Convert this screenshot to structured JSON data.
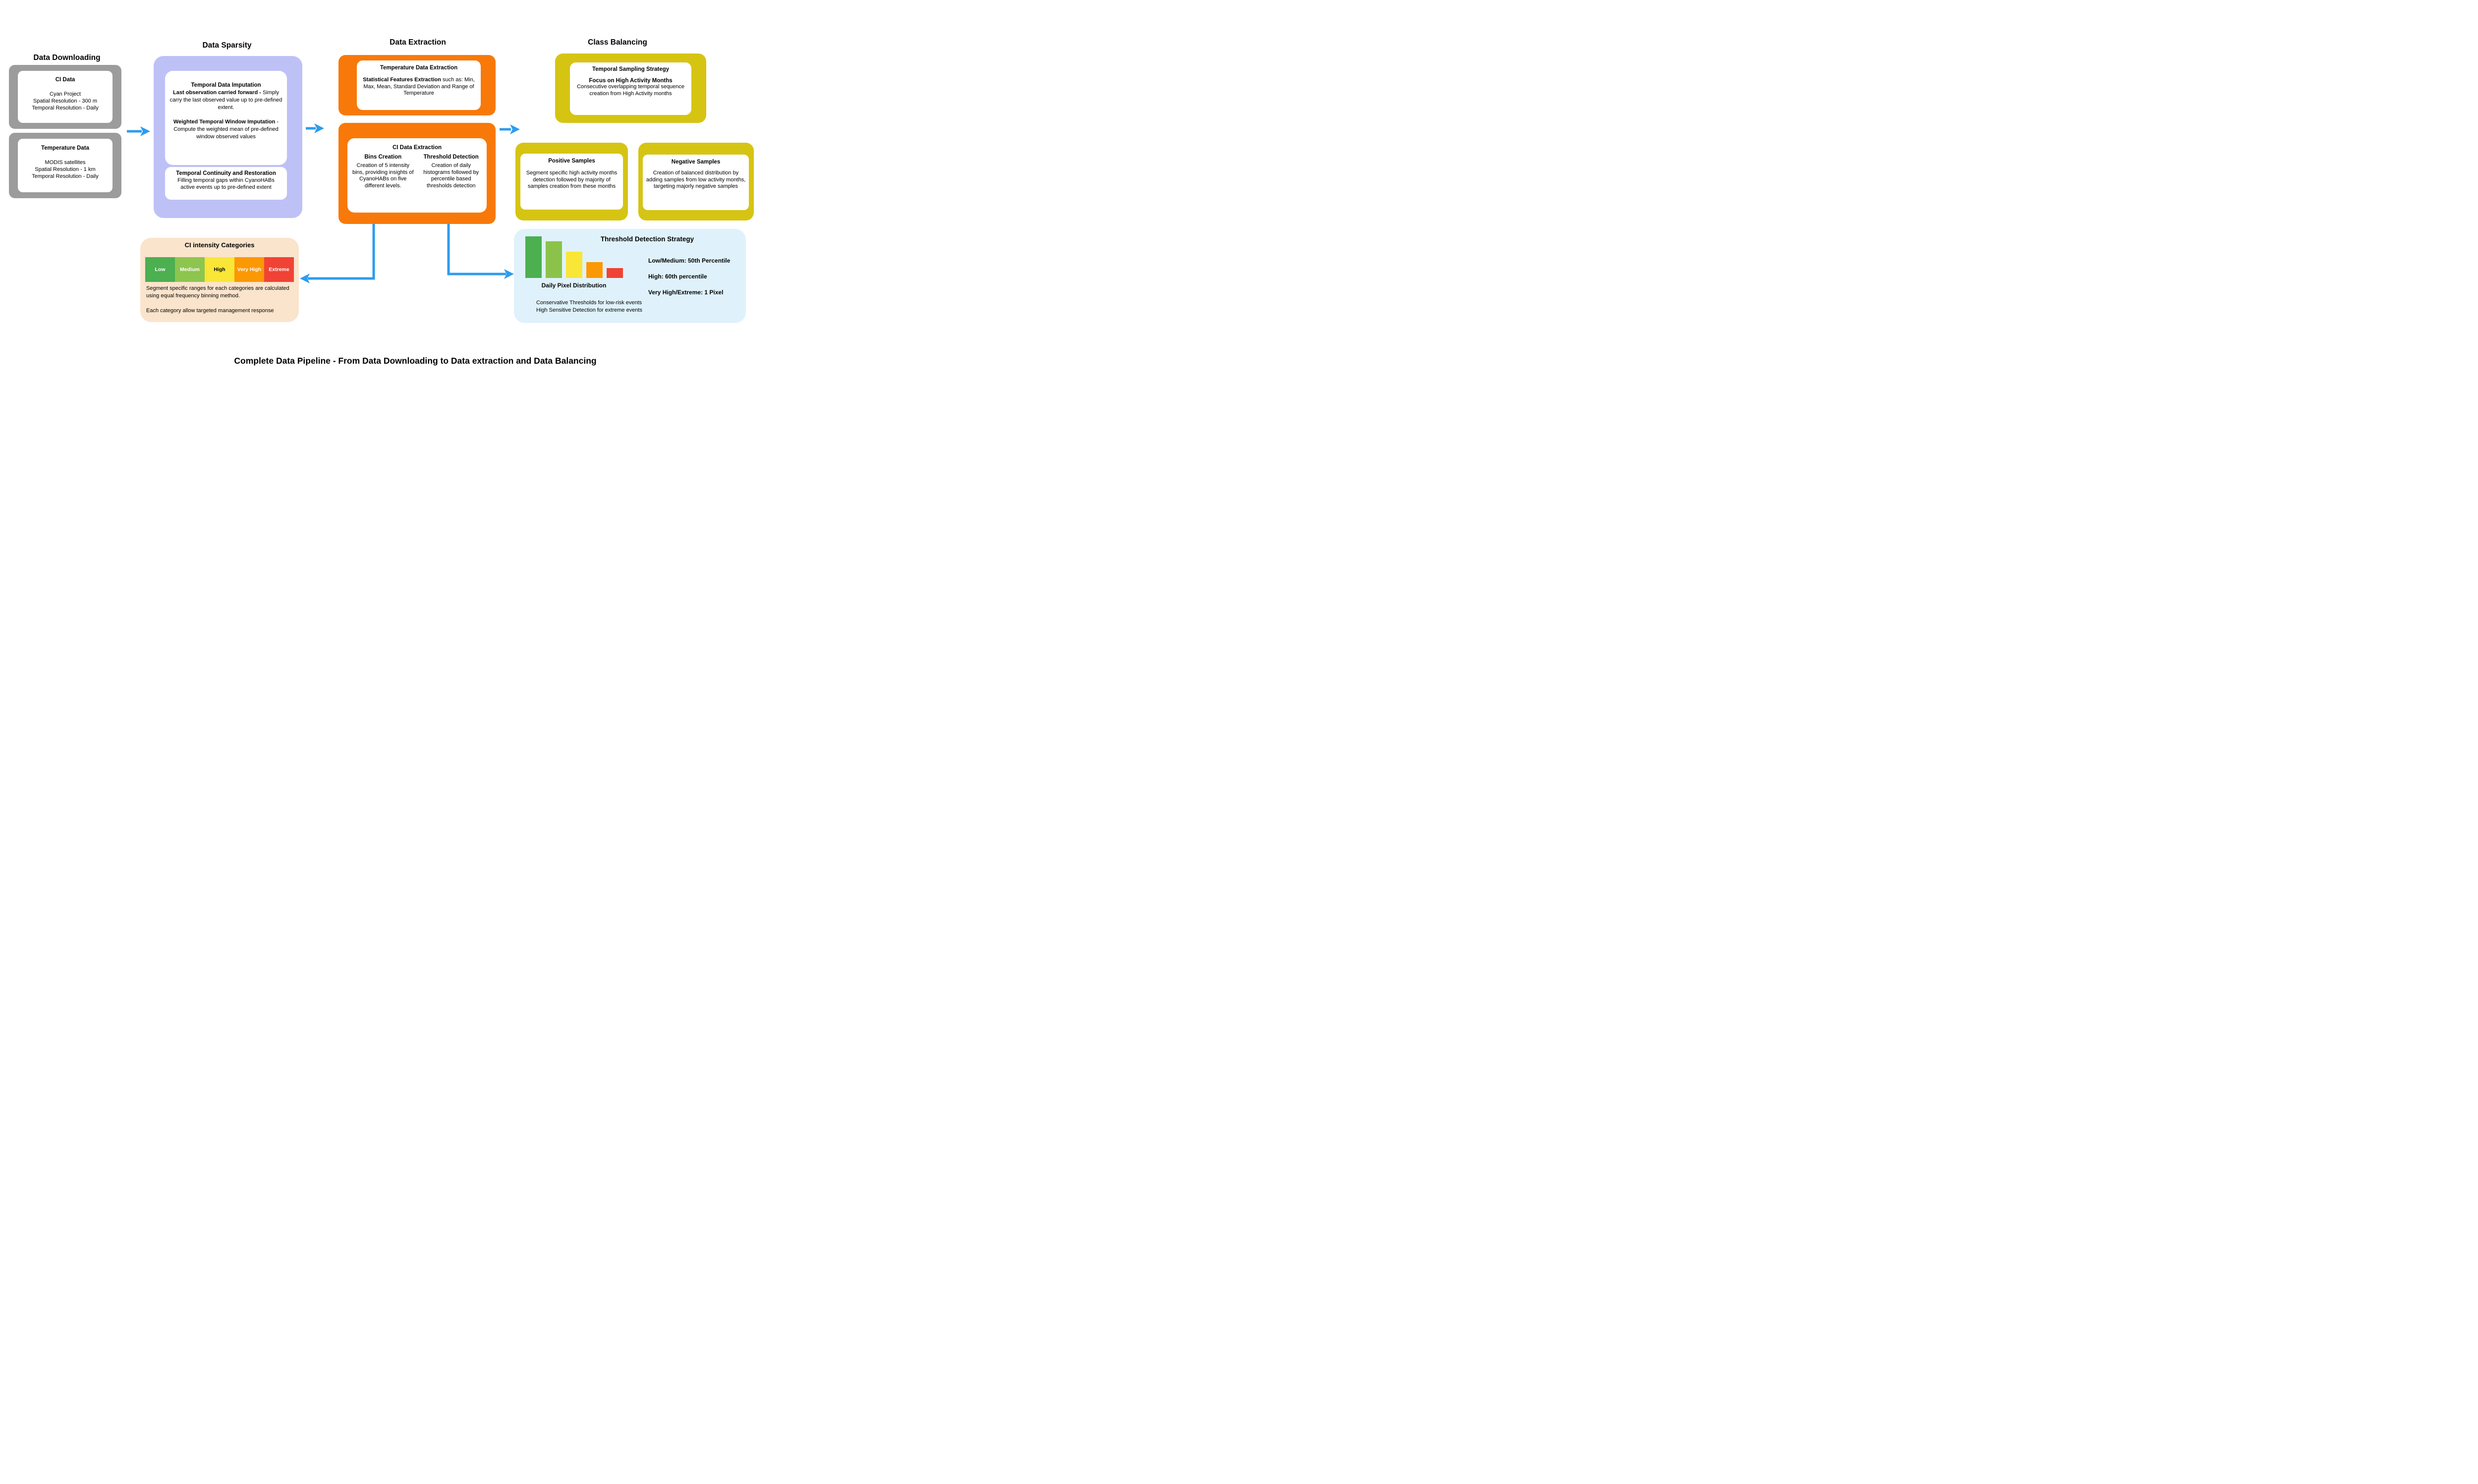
{
  "colors": {
    "gray": "#9c9c9c",
    "purple": "#bec1f6",
    "orange": "#f87909",
    "mustard": "#d6c413",
    "peach": "#fbe4cc",
    "lightblue": "#dff2fb",
    "arrow": "#2d9cee"
  },
  "headers": {
    "downloading": "Data Downloading",
    "sparsity": "Data Sparsity",
    "extraction": "Data Extraction",
    "balancing": "Class Balancing"
  },
  "downloading": {
    "ci": {
      "title": "CI Data",
      "lines": [
        "Cyan Project",
        "Spatial Resolution - 300 m",
        "Temporal Resolution - Daily"
      ]
    },
    "temperature": {
      "title": "Temperature Data",
      "lines": [
        "MODIS satellites",
        "Spatial Resolution - 1 km",
        "Temporal Resolution - Daily"
      ]
    }
  },
  "sparsity": {
    "imputation_title": "Temporal Data Imputation",
    "locf_bold": "Last observation carried forward -",
    "locf_text": "Simply carry the last observed value up to pre-defined extent.",
    "window_bold": "Weighted Temporal Window Imputation",
    "window_text": "- Compute the weighted mean of pre-defined window observed values",
    "continuity_title": "Temporal Continuity and Restoration",
    "continuity_text": "Filling temporal gaps within CyanoHABs active events up to pre-defined extent"
  },
  "extraction": {
    "temp_title": "Temperature Data Extraction",
    "temp_bold": "Statistical Features Extraction",
    "temp_text": "such as: Min, Max, Mean, Standard Deviation and Range of Temperature",
    "ci_title": "CI Data Extraction",
    "bins_title": "Bins Creation",
    "bins_text": "Creation of 5 intensity bins, providing insights of CyanoHABs on five different levels.",
    "threshold_title": "Threshold Detection",
    "threshold_text": "Creation of daily histograms followed by percentile based thresholds detection"
  },
  "balancing": {
    "sampling_title": "Temporal Sampling Strategy",
    "sampling_bold": "Focus on High Activity Months",
    "sampling_text": "Consecutive overlapping temporal sequence creation from High Activity months",
    "positive_title": "Positive Samples",
    "positive_text": "Segment specific high activity months detection followed by majority of samples creation from these months",
    "negative_title": "Negative Samples",
    "negative_text": "Creation of balanced distribution by adding samples from low activity months, targeting majorly negative samples"
  },
  "ci_categories": {
    "title": "CI intensity Categories",
    "items": [
      {
        "label": "Low",
        "color": "#4caf50",
        "text": "#ffffff"
      },
      {
        "label": "Medium",
        "color": "#8ec54f",
        "text": "#ffffff"
      },
      {
        "label": "High",
        "color": "#f9e636",
        "text": "#000000"
      },
      {
        "label": "Very High",
        "color": "#fb9803",
        "text": "#ffffff"
      },
      {
        "label": "Extreme",
        "color": "#f04336",
        "text": "#ffffff"
      }
    ],
    "body1": "Segment specific ranges for each categories are calculated using equal frequency binning method.",
    "body2": "Each category allow targeted management response"
  },
  "threshold_strategy": {
    "title": "Threshold Detection Strategy",
    "chart": {
      "type": "bar",
      "label": "Daily Pixel Distribution",
      "bars": [
        {
          "name": "Low",
          "color": "#4caf50",
          "height": 84
        },
        {
          "name": "Medium",
          "color": "#8bc34a",
          "height": 74
        },
        {
          "name": "High",
          "color": "#f9e636",
          "height": 53
        },
        {
          "name": "Very High",
          "color": "#fb9803",
          "height": 32
        },
        {
          "name": "Extreme",
          "color": "#f04336",
          "height": 20
        }
      ]
    },
    "rules": [
      "Low/Medium: 50th Percentile",
      "High: 60th percentile",
      "Very High/Extreme: 1 Pixel"
    ],
    "notes": [
      "Conservative Thresholds for low-risk events",
      "High Sensitive Detection for extreme events"
    ]
  },
  "footer": {
    "title": "Complete Data Pipeline - From Data Downloading to Data extraction and Data Balancing"
  }
}
